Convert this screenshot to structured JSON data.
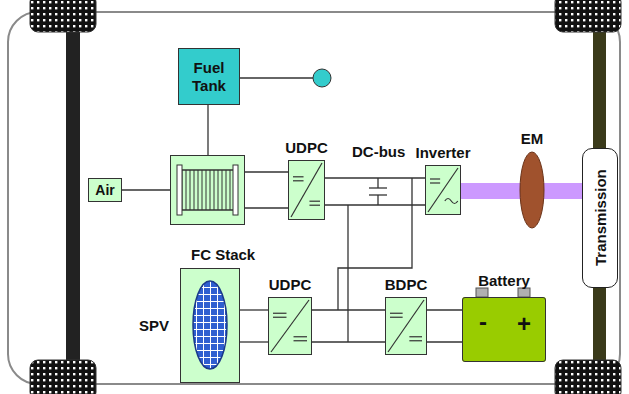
{
  "diagram": {
    "nodes": [
      {
        "text": [
          "Fuel Tank"
        ]
      },
      {
        "text": [
          "Air"
        ]
      },
      {
        "text": [
          "FC Stack"
        ]
      },
      {
        "text": [
          "UDPC"
        ]
      },
      {
        "text": [
          "Inverter"
        ]
      },
      {
        "text": [
          "EM"
        ]
      },
      {
        "text": [
          "Transmission"
        ]
      },
      {
        "text": [
          "SPV"
        ]
      },
      {
        "text": [
          "UDPC"
        ]
      },
      {
        "text": [
          "BDPC"
        ]
      },
      {
        "text": [
          "Battery",
          "-",
          "+"
        ]
      }
    ],
    "edges": [
      {
        "from": 1,
        "to": 2,
        "arrow": "none"
      },
      {
        "from": 0,
        "to": 2,
        "arrow": "none"
      },
      {
        "from": 2,
        "to": 3,
        "arrow": "none"
      },
      {
        "from": 3,
        "to": 4,
        "arrow": "none"
      },
      {
        "from": 4,
        "to": 5,
        "arrow": "none"
      },
      {
        "from": 5,
        "to": 6,
        "arrow": "none"
      },
      {
        "from": 7,
        "to": 8,
        "arrow": "none"
      },
      {
        "from": 8,
        "to": 9,
        "arrow": "none"
      },
      {
        "from": 9,
        "to": 10,
        "arrow": "none"
      }
    ],
    "labels": [
      "DC-bus"
    ]
  }
}
